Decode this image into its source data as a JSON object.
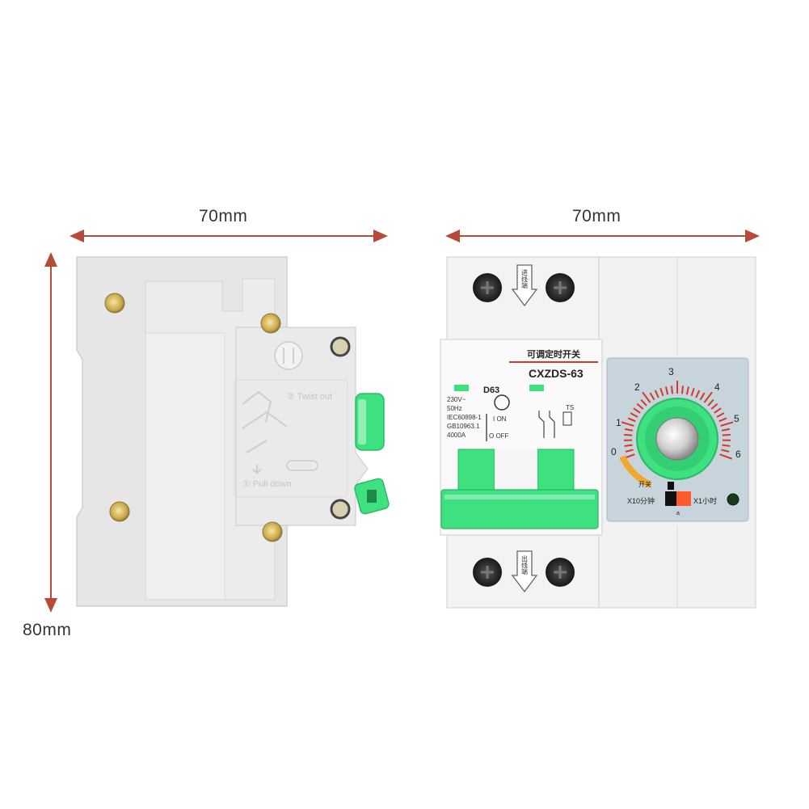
{
  "dimensions": {
    "side_width": "70mm",
    "front_width": "70mm",
    "height": "80mm"
  },
  "side_view": {
    "step1_label": "② Twist out",
    "step2_label": "① Pull down"
  },
  "front_view": {
    "title_cn": "可调定时开关",
    "model": "CXZDS-63",
    "rating": "D63",
    "specs": [
      "230V~",
      "50Hz",
      "IEC60898-1",
      "GB10963.1",
      "4000A"
    ],
    "on_label": "I ON",
    "off_label": "O OFF",
    "schematic_label": "TS",
    "in_terminal_label": "进线端",
    "out_terminal_label": "出线端",
    "dial_numbers": [
      "0",
      "1",
      "2",
      "3",
      "4",
      "5",
      "6"
    ],
    "switch_label": "开关",
    "mode_left": "X10分钟",
    "mode_right": "X1小时",
    "mode_dot": "a",
    "colors": {
      "accent_green": "#3ee07f",
      "dimension_red": "#b84a3a",
      "dial_panel": "#c8d4dc"
    }
  }
}
